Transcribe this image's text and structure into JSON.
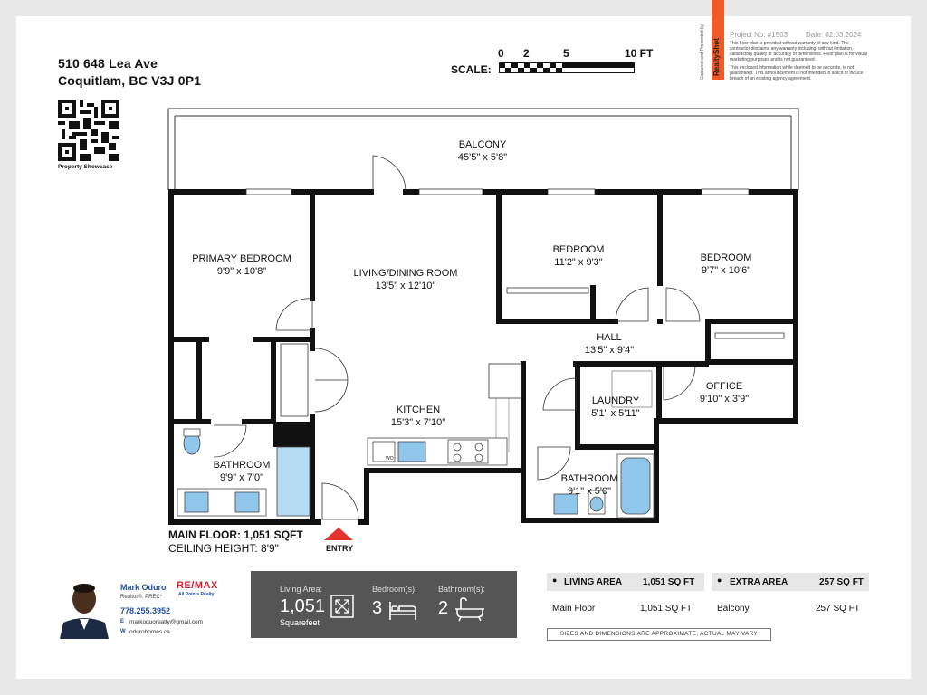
{
  "header": {
    "address_line1": "510 648 Lea Ave",
    "address_line2": "Coquitlam, BC V3J 0P1",
    "qr_caption": "Property Showcase",
    "scale_label": "SCALE:",
    "scale_ticks": [
      "0",
      "2",
      "5",
      "10 FT"
    ]
  },
  "brand": {
    "vertical_text": "Captured and Presented by",
    "name": "RealtyShot",
    "accent": "#f05a28"
  },
  "project": {
    "number": "Project No: #1503",
    "date": "Date: 02.03.2024",
    "disclaimer1": "This floor plan is provided without warranty of any kind. The contractor disclaims any warranty including, without limitation, satisfactory quality or accuracy of dimensions. Floor plan is for visual marketing purposes and is not guaranteed.",
    "disclaimer2": "This enclosed information while deemed to be accurate, is not guaranteed. This announcement is not intended to solicit or induce breach of an existing agency agreement."
  },
  "rooms": {
    "balcony": {
      "name": "BALCONY",
      "dims": "45'5\" x 5'8\""
    },
    "primary_bedroom": {
      "name": "PRIMARY BEDROOM",
      "dims": "9'9\" x 10'8\""
    },
    "living": {
      "name": "LIVING/DINING ROOM",
      "dims": "13'5\" x 12'10\""
    },
    "bedroom2": {
      "name": "BEDROOM",
      "dims": "11'2\" x 9'3\""
    },
    "bedroom3": {
      "name": "BEDROOM",
      "dims": "9'7\" x 10'6\""
    },
    "hall": {
      "name": "HALL",
      "dims": "13'5\" x 9'4\""
    },
    "laundry": {
      "name": "LAUNDRY",
      "dims": "5'1\" x 5'11\""
    },
    "office": {
      "name": "OFFICE",
      "dims": "9'10\" x 3'9\""
    },
    "kitchen": {
      "name": "KITCHEN",
      "dims": "15'3\" x 7'10\""
    },
    "bathroom1": {
      "name": "BATHROOM",
      "dims": "9'9\" x 7'0\""
    },
    "bathroom2": {
      "name": "BATHROOM",
      "dims": "9'1\" x 5'0\""
    },
    "entry": "ENTRY",
    "wo": "WO"
  },
  "floor": {
    "main_floor": "MAIN FLOOR: 1,051 SQFT",
    "ceiling": "CEILING HEIGHT: 8'9\""
  },
  "agent": {
    "name": "Mark Oduro",
    "title": "Realtor®, PREC*",
    "phone": "778.255.3952",
    "email_prefix": "E",
    "email": "markoduorealty@gmail.com",
    "web_prefix": "W",
    "website": "odurohomes.ca",
    "brokerage_logo": "RE/MAX",
    "brokerage_sub": "All Points Realty"
  },
  "stats": {
    "living_area_label": "Living Area:",
    "living_area_value": "1,051",
    "living_area_unit": "Squarefeet",
    "bedrooms_label": "Bedroom(s):",
    "bedrooms_value": "3",
    "bathrooms_label": "Bathroom(s):",
    "bathrooms_value": "2",
    "icons": [
      "expand-icon",
      "bed-icon",
      "bathtub-icon"
    ]
  },
  "areas": {
    "living_header": "LIVING AREA",
    "living_total": "1,051 SQ FT",
    "living_row_label": "Main Floor",
    "living_row_value": "1,051 SQ FT",
    "extra_header": "EXTRA AREA",
    "extra_total": "257 SQ FT",
    "extra_row_label": "Balcony",
    "extra_row_value": "257 SQ FT",
    "note": "SIZES AND DIMENSIONS ARE APPROXIMATE, ACTUAL MAY VARY"
  }
}
